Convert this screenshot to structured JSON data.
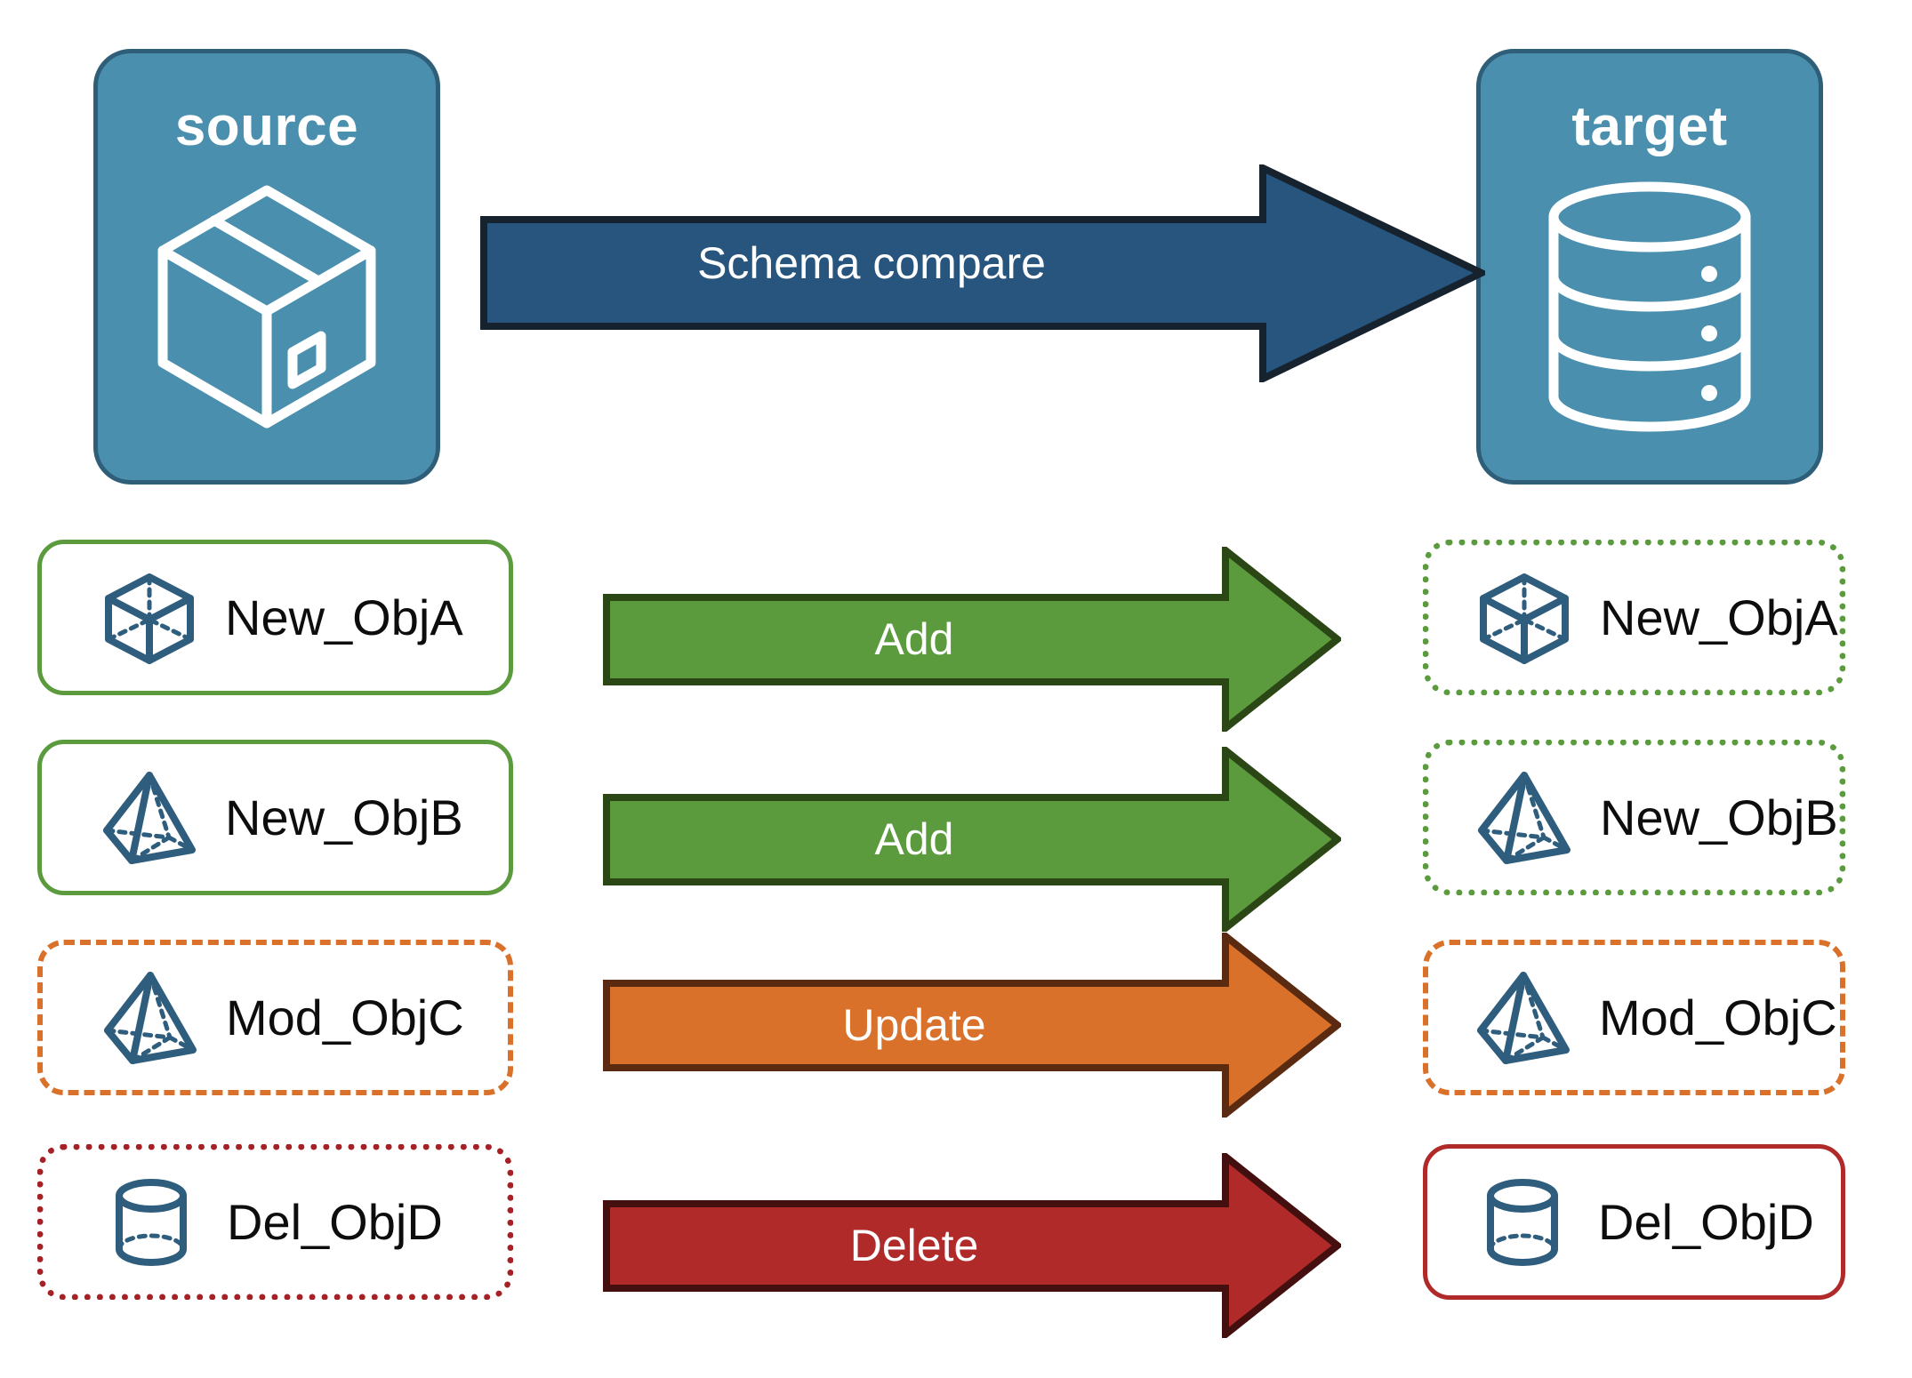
{
  "endpoints": {
    "source": {
      "title": "source",
      "icon": "package-box-icon",
      "fill": "#4a8fae",
      "stroke": "#2f5f78"
    },
    "target": {
      "title": "target",
      "icon": "database-cylinder-icon",
      "fill": "#4a8fae",
      "stroke": "#2f5f78"
    }
  },
  "compare_arrow": {
    "label": "Schema compare",
    "fill": "#27557d",
    "stroke": "#16222e"
  },
  "rows": [
    {
      "action": "Add",
      "arrow_fill": "#5b9b3e",
      "arrow_stroke": "#2b4715",
      "source": {
        "label": "New_ObjA",
        "icon": "wireframe-cube-icon",
        "border_style": "solid",
        "border_color": "#5b9b3e"
      },
      "target": {
        "label": "New_ObjA",
        "icon": "wireframe-cube-icon",
        "border_style": "dotted",
        "border_color": "#5b9b3e"
      }
    },
    {
      "action": "Add",
      "arrow_fill": "#5b9b3e",
      "arrow_stroke": "#2b4715",
      "source": {
        "label": "New_ObjB",
        "icon": "wireframe-pyramid-icon",
        "border_style": "solid",
        "border_color": "#5b9b3e"
      },
      "target": {
        "label": "New_ObjB",
        "icon": "wireframe-pyramid-icon",
        "border_style": "dotted",
        "border_color": "#5b9b3e"
      }
    },
    {
      "action": "Update",
      "arrow_fill": "#d9712b",
      "arrow_stroke": "#5a2b11",
      "source": {
        "label": "Mod_ObjC",
        "icon": "wireframe-pyramid-icon",
        "border_style": "dashed",
        "border_color": "#d9712b"
      },
      "target": {
        "label": "Mod_ObjC",
        "icon": "wireframe-pyramid-icon",
        "border_style": "dashed",
        "border_color": "#d9712b"
      }
    },
    {
      "action": "Delete",
      "arrow_fill": "#b02a2a",
      "arrow_stroke": "#43100f",
      "source": {
        "label": "Del_ObjD",
        "icon": "wireframe-cylinder-icon",
        "border_style": "dotted",
        "border_color": "#a62126"
      },
      "target": {
        "label": "Del_ObjD",
        "icon": "wireframe-cylinder-icon",
        "border_style": "solid",
        "border_color": "#b02a2a"
      }
    }
  ],
  "palette": {
    "icon_blue": "#2e5d7d",
    "card_bg": "#ffffff",
    "page_bg": "#ffffff",
    "text_dark": "#0d0d0d",
    "text_light": "#ffffff"
  }
}
